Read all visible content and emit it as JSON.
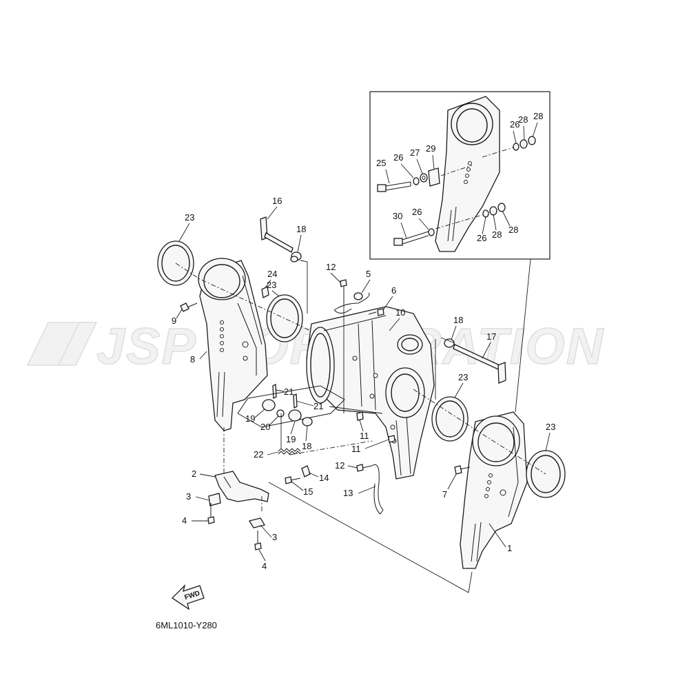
{
  "diagram_code": "6ML1010-Y280",
  "fwd_label": "FWD",
  "watermark": "JSP CORPORATION",
  "callouts": {
    "c1": "1",
    "c2": "2",
    "c3a": "3",
    "c3b": "3",
    "c4a": "4",
    "c4b": "4",
    "c5": "5",
    "c6": "6",
    "c7": "7",
    "c8": "8",
    "c9": "9",
    "c10": "10",
    "c11a": "11",
    "c11b": "11",
    "c12a": "12",
    "c12b": "12",
    "c13": "13",
    "c14": "14",
    "c15": "15",
    "c16": "16",
    "c17": "17",
    "c18a": "18",
    "c18b": "18",
    "c18c": "18",
    "c19a": "19",
    "c19b": "19",
    "c20": "20",
    "c21a": "21",
    "c21b": "21",
    "c22": "22",
    "c23a": "23",
    "c23b": "23",
    "c23c": "23",
    "c23d": "23",
    "c24": "24",
    "c25": "25",
    "c26a": "26",
    "c26b": "26",
    "c26c": "26",
    "c26d": "26",
    "c27": "27",
    "c28a": "28",
    "c28b": "28",
    "c28c": "28",
    "c28d": "28",
    "c29": "29",
    "c30": "30"
  },
  "colors": {
    "line": "#1a1a1a",
    "watermark": "#dedede",
    "background": "#ffffff"
  }
}
